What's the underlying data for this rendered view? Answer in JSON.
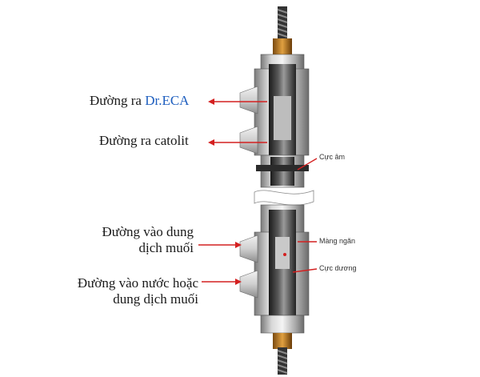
{
  "labels": {
    "outlet_dreca_prefix": "Đường ra ",
    "outlet_dreca_brand": "Dr.ECA",
    "outlet_catholyte": "Đường ra catolit",
    "inlet_solution_line1": "Đường vào dung",
    "inlet_solution_line2": "dịch muối",
    "inlet_water_line1": "Đường vào nước hoặc",
    "inlet_water_line2": "dung dịch muối",
    "cathode": "Cực âm",
    "membrane": "Màng ngăn",
    "anode": "Cực dương"
  },
  "colors": {
    "arrow": "#d42020",
    "brand": "#1f5fbf"
  }
}
